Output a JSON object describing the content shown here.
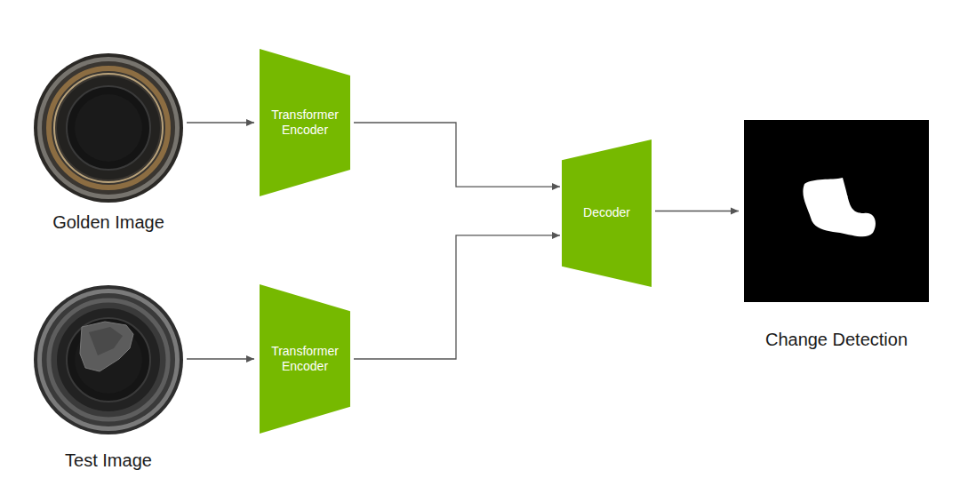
{
  "diagram": {
    "nodes": [
      {
        "text": [
          "Golden Image"
        ]
      },
      {
        "text": [
          "Transformer Encoder"
        ]
      },
      {
        "text": [
          "Test Image"
        ]
      },
      {
        "text": [
          "Transformer Encoder"
        ]
      },
      {
        "text": [
          "Decoder"
        ]
      },
      {
        "text": [
          "Change Detection"
        ]
      }
    ],
    "edges": [
      {
        "from": 0,
        "to": 1,
        "arrow": "to"
      },
      {
        "from": 2,
        "to": 3,
        "arrow": "to"
      },
      {
        "from": 1,
        "to": 4,
        "arrow": "to"
      },
      {
        "from": 3,
        "to": 4,
        "arrow": "to"
      },
      {
        "from": 4,
        "to": 5,
        "arrow": "to"
      }
    ]
  }
}
